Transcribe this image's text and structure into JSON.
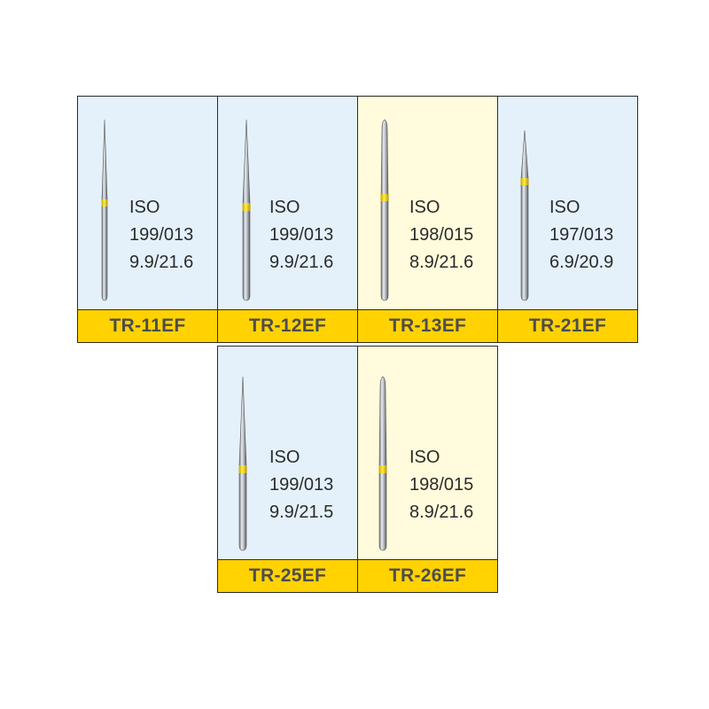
{
  "panel_colors": {
    "blue": "#e4f1fb",
    "yellow": "#fffbdc",
    "band": "#ffd200",
    "border": "#2a2a2a"
  },
  "items": [
    {
      "code": "TR-11EF",
      "iso": "ISO",
      "iso_number": "199/013",
      "dimensions": "9.9/21.6",
      "panel": "blue"
    },
    {
      "code": "TR-12EF",
      "iso": "ISO",
      "iso_number": "199/013",
      "dimensions": "9.9/21.6",
      "panel": "blue"
    },
    {
      "code": "TR-13EF",
      "iso": "ISO",
      "iso_number": "198/015",
      "dimensions": "8.9/21.6",
      "panel": "yellow"
    },
    {
      "code": "TR-21EF",
      "iso": "ISO",
      "iso_number": "197/013",
      "dimensions": "6.9/20.9",
      "panel": "blue"
    },
    {
      "code": "TR-25EF",
      "iso": "ISO",
      "iso_number": "199/013",
      "dimensions": "9.9/21.5",
      "panel": "blue"
    },
    {
      "code": "TR-26EF",
      "iso": "ISO",
      "iso_number": "198/015",
      "dimensions": "8.9/21.6",
      "panel": "yellow"
    }
  ]
}
